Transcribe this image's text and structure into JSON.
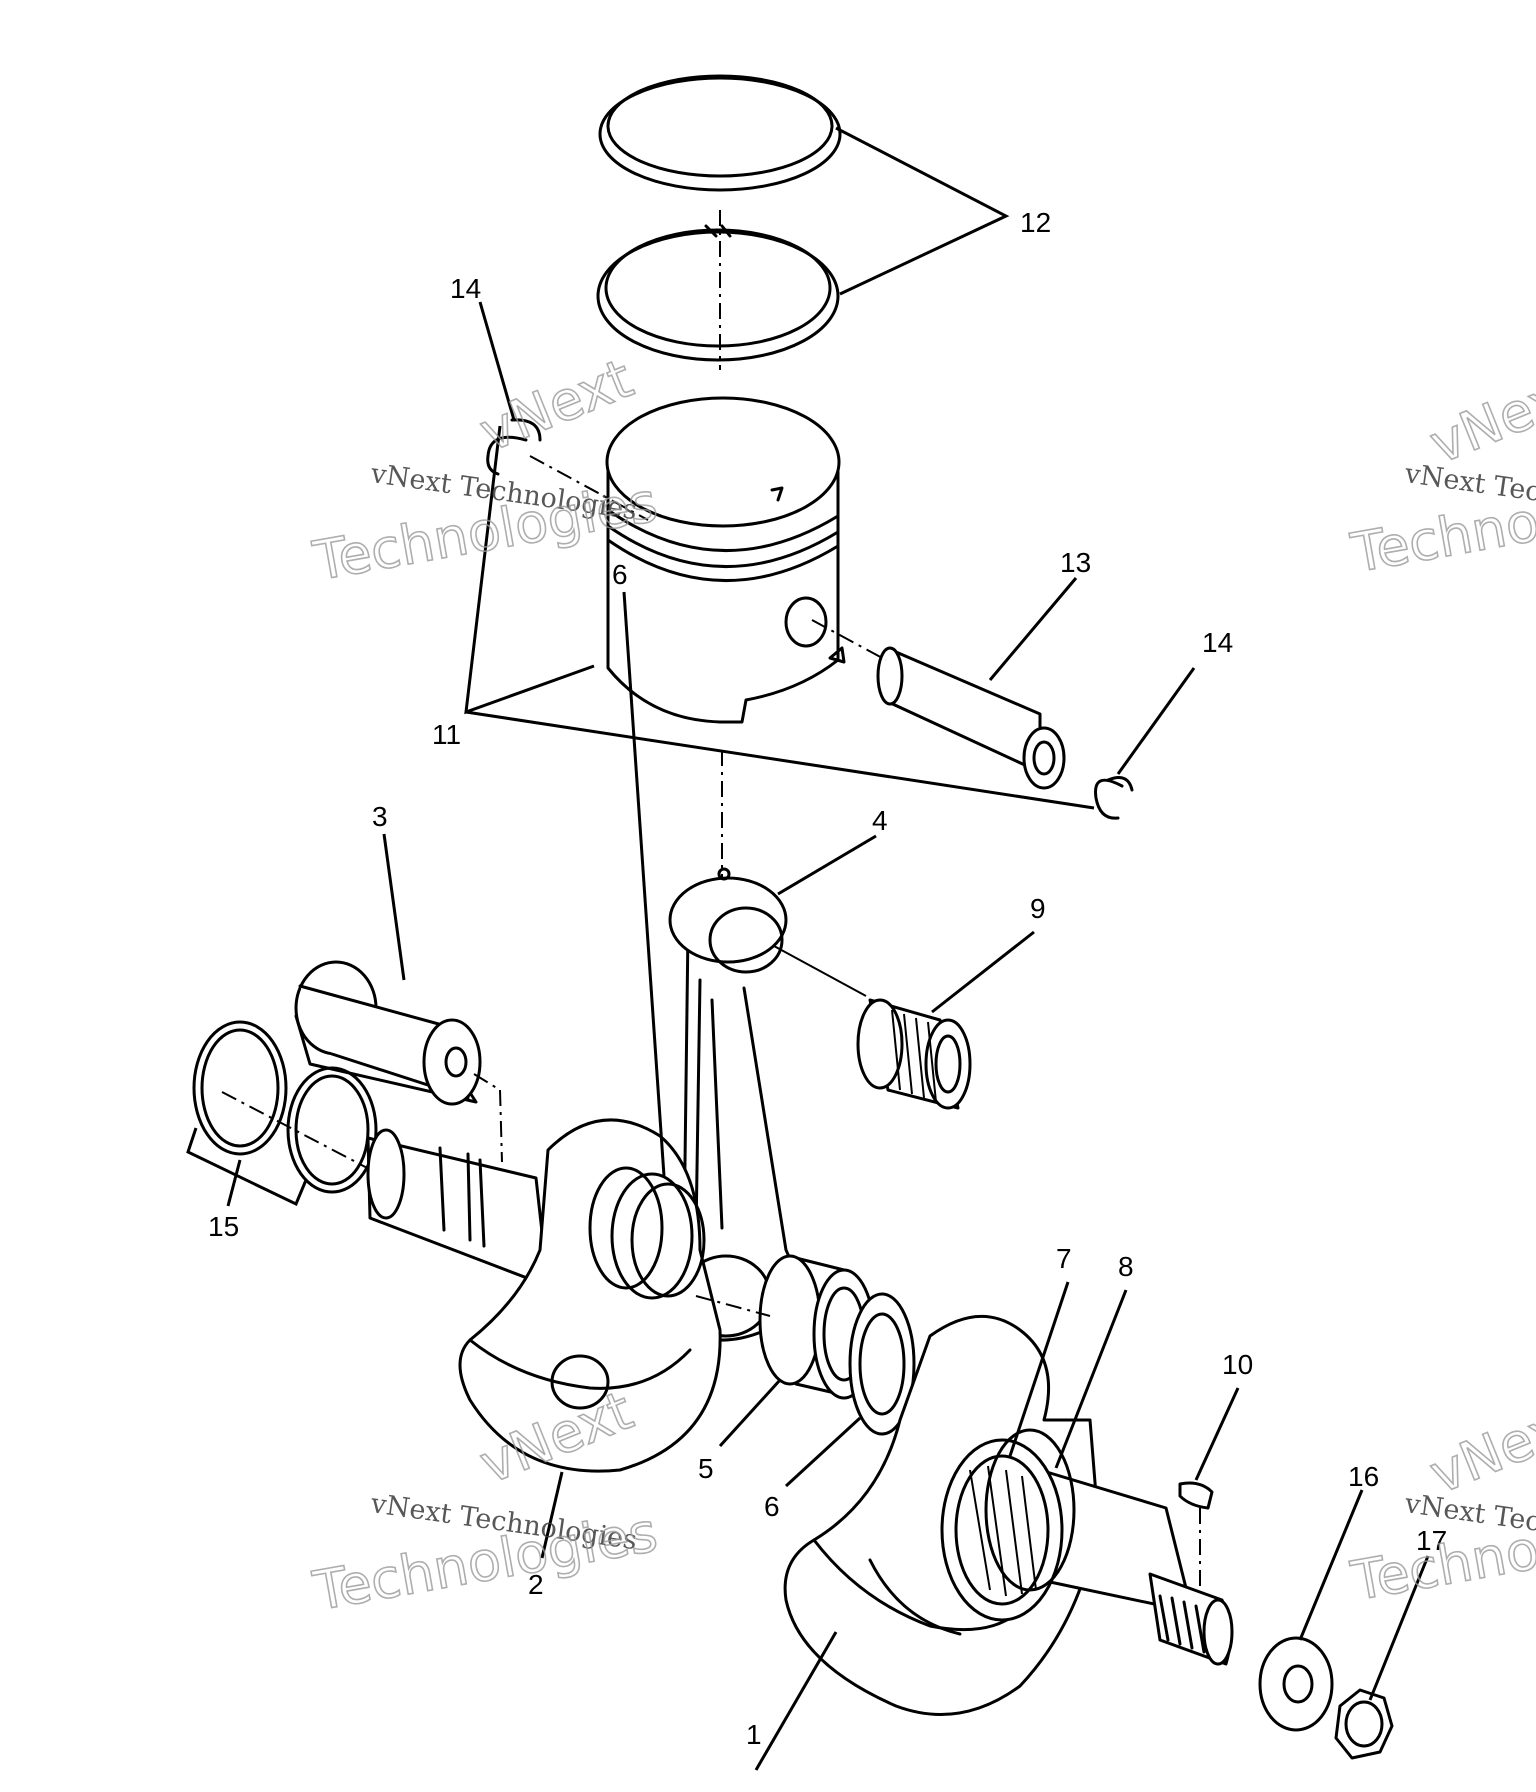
{
  "callouts": {
    "c1": "1",
    "c2": "2",
    "c3": "3",
    "c4": "4",
    "c5": "5",
    "c6a": "6",
    "c6b": "6",
    "c7": "7",
    "c8": "8",
    "c9": "9",
    "c10": "10",
    "c11": "11",
    "c12": "12",
    "c13": "13",
    "c14a": "14",
    "c14b": "14",
    "c15": "15",
    "c16": "16",
    "c17": "17"
  },
  "watermark": {
    "line": "vNext Technologies",
    "top_word": "vNext",
    "bottom_word": "Technologies"
  }
}
